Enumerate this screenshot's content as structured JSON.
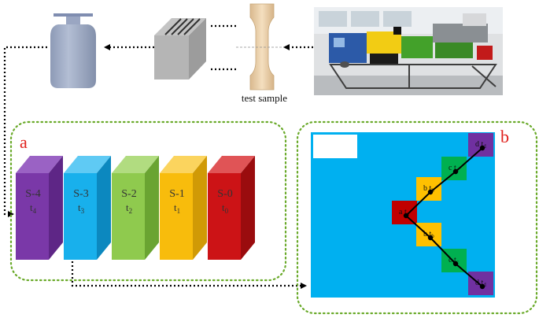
{
  "top_row": {
    "sample_label": "test sample"
  },
  "panel_a": {
    "letter": "a",
    "slabs": [
      {
        "name": "S-4",
        "sub": "t",
        "sub_idx": "4",
        "front": "#7a38a8",
        "side": "#5e2686",
        "top": "#9a62c4"
      },
      {
        "name": "S-3",
        "sub": "t",
        "sub_idx": "3",
        "front": "#18b0ec",
        "side": "#0c88bf",
        "top": "#5fcaf4"
      },
      {
        "name": "S-2",
        "sub": "t",
        "sub_idx": "2",
        "front": "#8fca4e",
        "side": "#6aa432",
        "top": "#b1dc80"
      },
      {
        "name": "S-1",
        "sub": "t",
        "sub_idx": "1",
        "front": "#f8bc0c",
        "side": "#d09a06",
        "top": "#fbd45e"
      },
      {
        "name": "S-0",
        "sub": "t",
        "sub_idx": "0",
        "front": "#cc1316",
        "side": "#9a0c0e",
        "top": "#e05456"
      }
    ]
  },
  "panel_b": {
    "letter": "b",
    "background": "#00b0f0",
    "cells": [
      {
        "id": "d-top",
        "letter": "d",
        "sub": "d",
        "color": "#7030a0"
      },
      {
        "id": "c-top",
        "letter": "c",
        "sub": "c",
        "color": "#00b050"
      },
      {
        "id": "b-top",
        "letter": "b",
        "sub": "b",
        "color": "#ffc000"
      },
      {
        "id": "a-mid",
        "letter": "a",
        "sub": "a",
        "color": "#c00000"
      },
      {
        "id": "b-bot",
        "letter": "b",
        "sub": "b",
        "color": "#ffc000"
      },
      {
        "id": "c-bot",
        "letter": "c",
        "sub": "c",
        "color": "#00b050"
      },
      {
        "id": "d-bot",
        "letter": "d",
        "sub": "d",
        "color": "#7030a0"
      }
    ]
  },
  "colors": {
    "panel_letter": "#e0201c",
    "dashed_border": "#6aaa2a",
    "arrow": "#000000"
  }
}
